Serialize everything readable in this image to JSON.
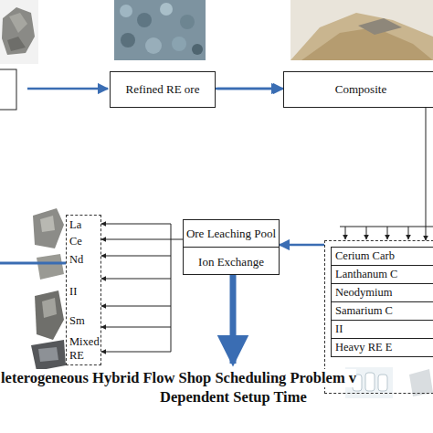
{
  "diagram": {
    "nodes": [
      {
        "text": [
          "Refined RE ore"
        ]
      },
      {
        "text": [
          "Composite"
        ]
      },
      {
        "text": [
          "Cerium Carb",
          "Lanthanum C",
          "Neodymium",
          "Samarium C",
          "II",
          "Heavy RE E"
        ]
      },
      {
        "text": [
          "Ore Leaching Pool",
          "Ion Exchange"
        ]
      },
      {
        "text": [
          "La",
          "Ce",
          "Nd",
          "II",
          "Sm",
          "Mixed RE"
        ]
      }
    ],
    "edges": [
      {
        "from": 0,
        "to": 1,
        "arrow": "to"
      },
      {
        "from": 1,
        "to": 2,
        "arrow": "to"
      },
      {
        "from": 2,
        "to": 3,
        "arrow": "to"
      },
      {
        "from": 3,
        "to": 4,
        "arrow": "to"
      }
    ],
    "labels": [
      "leterogeneous Hybrid Flow Shop Scheduling Problem v",
      "Dependent Setup Time"
    ]
  }
}
